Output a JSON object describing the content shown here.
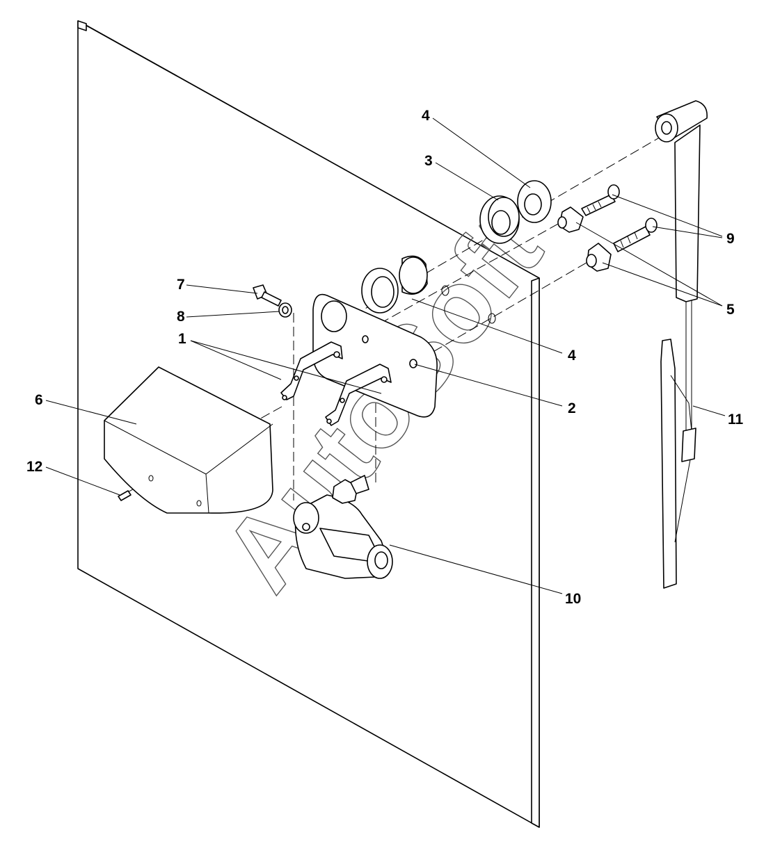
{
  "figure": {
    "watermark": "AutoSoft",
    "callouts": {
      "c1": "1",
      "c2": "2",
      "c3": "3",
      "c4a": "4",
      "c4b": "4",
      "c5": "5",
      "c6": "6",
      "c7": "7",
      "c8": "8",
      "c9": "9",
      "c10": "10",
      "c11": "11",
      "c12": "12"
    }
  }
}
